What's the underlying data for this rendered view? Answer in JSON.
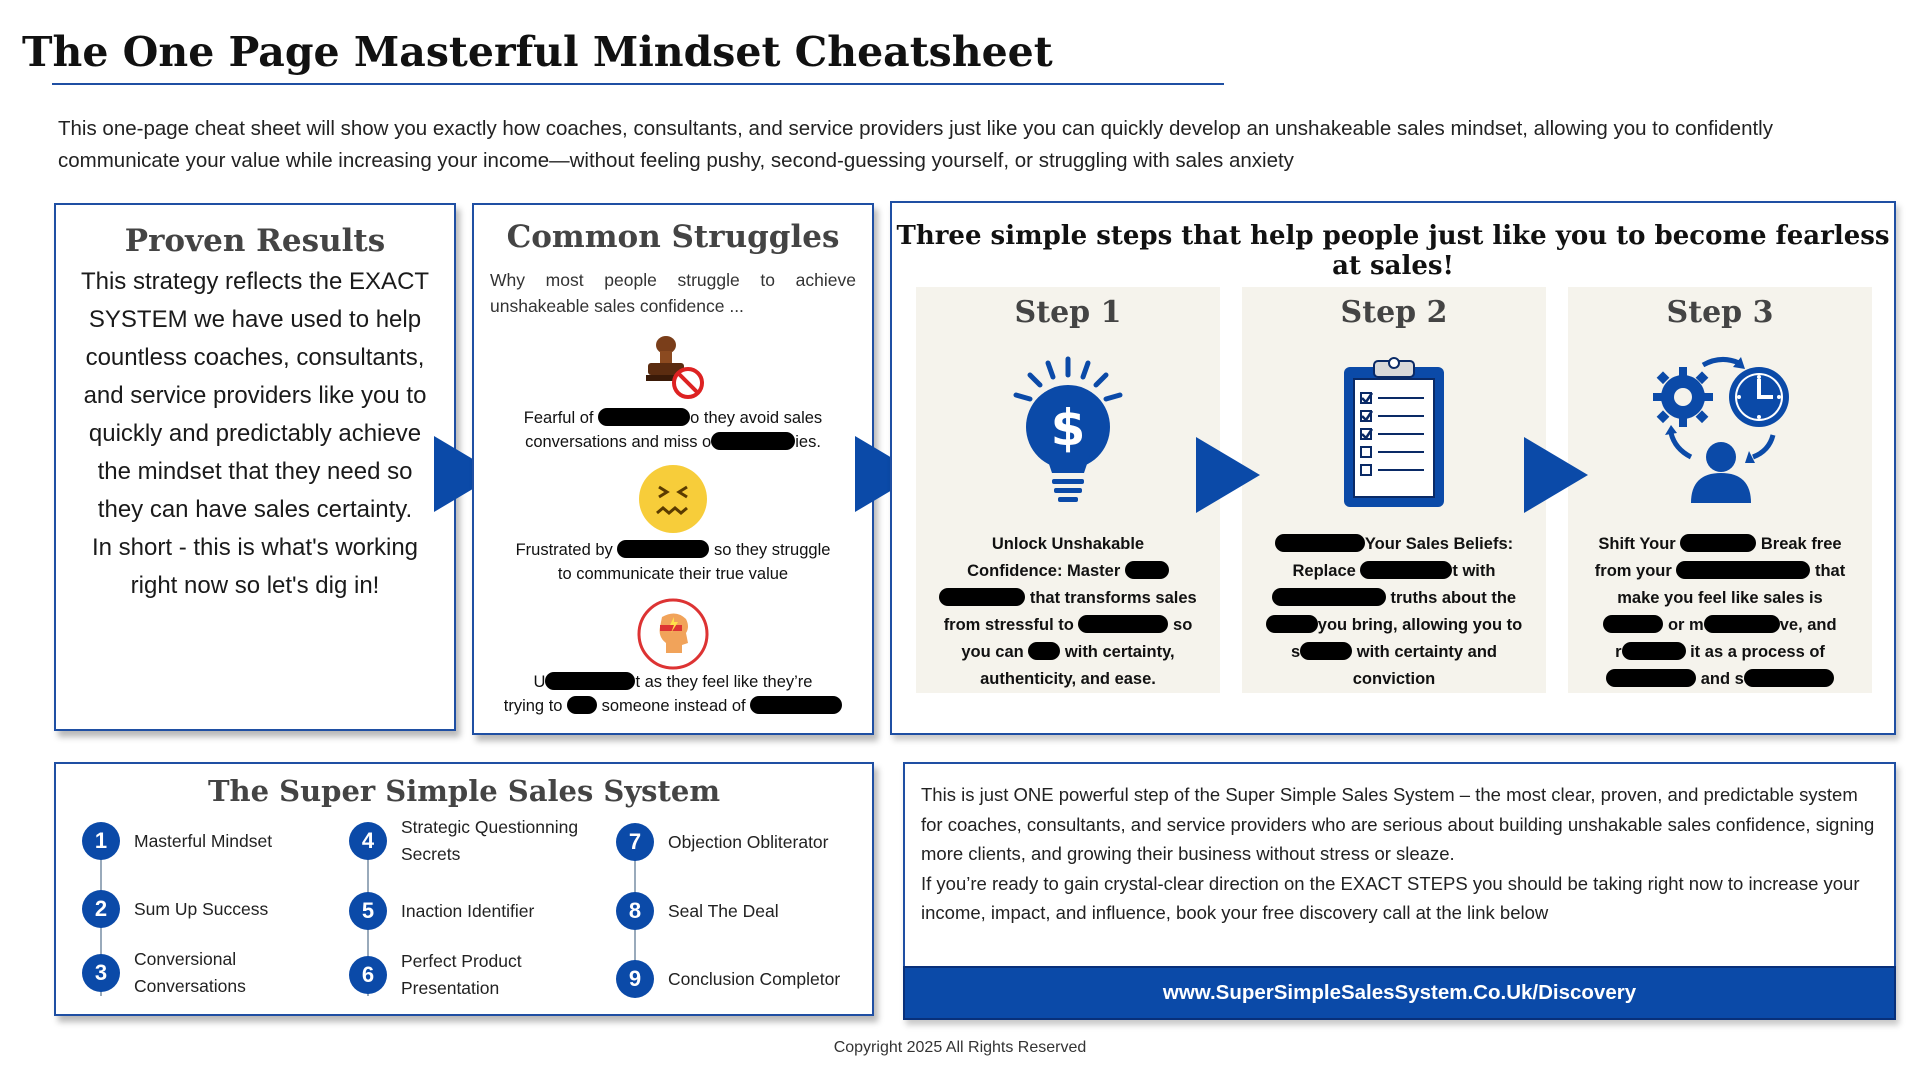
{
  "header": {
    "title": "The One Page Masterful Mindset Cheatsheet",
    "intro": "This one-page cheat sheet will show you exactly how coaches, consultants, and service providers just like you can quickly develop an unshakeable sales mindset, allowing you to confidently communicate your value while increasing your income—without feeling pushy, second-guessing yourself, or struggling with sales anxiety"
  },
  "proven": {
    "title": "Proven Results",
    "body": "This strategy reflects the EXACT SYSTEM we have used to help countless coaches, consultants, and service providers like you to quickly and predictably achieve the mindset that they need so they can have sales certainty.",
    "body2": "In short - this is what's working right now so let's dig in!"
  },
  "struggles": {
    "title": "Common Struggles",
    "lead": "Why most people struggle to achieve unshakeable sales confidence ...",
    "items": [
      {
        "icon": "rejected-stamp-icon",
        "a": "Fearful of ",
        "b": "o they avoid sales",
        "c": "conversations and miss o",
        "d": "ies."
      },
      {
        "icon": "frustrated-face-icon",
        "a": "Frustrated by ",
        "b": " so they struggle",
        "c": "to communicate their true value"
      },
      {
        "icon": "anxious-head-icon",
        "a": "U",
        "b": "t as they feel like they’re",
        "c": "trying to ",
        "d": " someone instead of "
      }
    ]
  },
  "steps": {
    "title": "Three simple steps that help people just like you to become fearless at sales!",
    "items": [
      {
        "title": "Step 1",
        "icon": "lightbulb-dollar-icon",
        "l1": "Unlock Unshakable",
        "l2": "Confidence: Master ",
        "l3": " that transforms sales",
        "l4a": "from stressful to ",
        "l4b": " so",
        "l5a": "you can ",
        "l5b": " with certainty,",
        "l6": "authenticity, and ease."
      },
      {
        "title": "Step 2",
        "icon": "checklist-clipboard-icon",
        "l1": "Your Sales Beliefs:",
        "l2a": "Replace ",
        "l2b": "t with",
        "l3": " truths about the",
        "l4": "you bring, allowing you to",
        "l5a": "s",
        "l5b": " with certainty and",
        "l6": "conviction"
      },
      {
        "title": "Step 3",
        "icon": "mindset-cycle-icon",
        "l1a": "Shift Your ",
        "l1b": " Break free",
        "l2a": "from your ",
        "l2b": " that",
        "l3": "make you feel like sales is",
        "l4a": " or m",
        "l4b": "ve, and",
        "l5a": "r",
        "l5b": " it as a process of",
        "l6": " and s"
      }
    ]
  },
  "system": {
    "title": "The Super Simple Sales System",
    "items": [
      {
        "n": "1",
        "label": "Masterful Mindset"
      },
      {
        "n": "2",
        "label": "Sum Up Success"
      },
      {
        "n": "3",
        "label": "Conversional Conversations"
      },
      {
        "n": "4",
        "label": "Strategic Questionning Secrets"
      },
      {
        "n": "5",
        "label": "Inaction Identifier"
      },
      {
        "n": "6",
        "label": "Perfect Product Presentation"
      },
      {
        "n": "7",
        "label": "Objection Obliterator"
      },
      {
        "n": "8",
        "label": "Seal The Deal"
      },
      {
        "n": "9",
        "label": "Conclusion Completor"
      }
    ]
  },
  "pitch": {
    "p1": "This is just ONE powerful step of the Super Simple Sales System – the most clear, proven, and predictable system for coaches, consultants, and service providers who are serious about building unshakable sales confidence, signing more clients, and growing their business without stress or sleaze.",
    "p2": "If you’re ready to gain crystal-clear direction on the EXACT STEPS you should be taking right now to increase your income, impact, and influence, book your free discovery call at the link below",
    "link": "www.SuperSimpleSalesSystem.Co.Uk/Discovery"
  },
  "footer": {
    "copyright": "Copyright 2025 All Rights Reserved"
  },
  "colors": {
    "accent": "#0b4aa8",
    "border": "#1f4fa3",
    "step_bg": "#f5f3ec"
  }
}
